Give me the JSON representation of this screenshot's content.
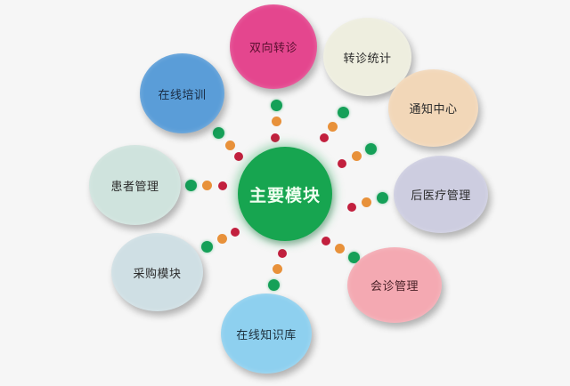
{
  "diagram": {
    "type": "radial-hub",
    "center": {
      "label": "主要模块",
      "color": "#17a550"
    },
    "modules": [
      {
        "id": "bidirectional-referral",
        "label": "双向转诊",
        "color": "#e4468e"
      },
      {
        "id": "referral-statistics",
        "label": "转诊统计",
        "color": "#eeeedf"
      },
      {
        "id": "notification-center",
        "label": "通知中心",
        "color": "#f2d7b8"
      },
      {
        "id": "post-medical-management",
        "label": "后医疗管理",
        "color": "#cdcde0"
      },
      {
        "id": "consultation-management",
        "label": "会诊管理",
        "color": "#f4a9b2"
      },
      {
        "id": "online-knowledge-base",
        "label": "在线知识库",
        "color": "#8ed0ef"
      },
      {
        "id": "procurement-module",
        "label": "采购模块",
        "color": "#cfdfe4"
      },
      {
        "id": "patient-management",
        "label": "患者管理",
        "color": "#cfe3dd"
      },
      {
        "id": "online-training",
        "label": "在线培训",
        "color": "#5a9dd8"
      }
    ],
    "connector_colors": {
      "outer": "#15a058",
      "middle": "#e8913a",
      "inner": "#c2203e"
    }
  }
}
